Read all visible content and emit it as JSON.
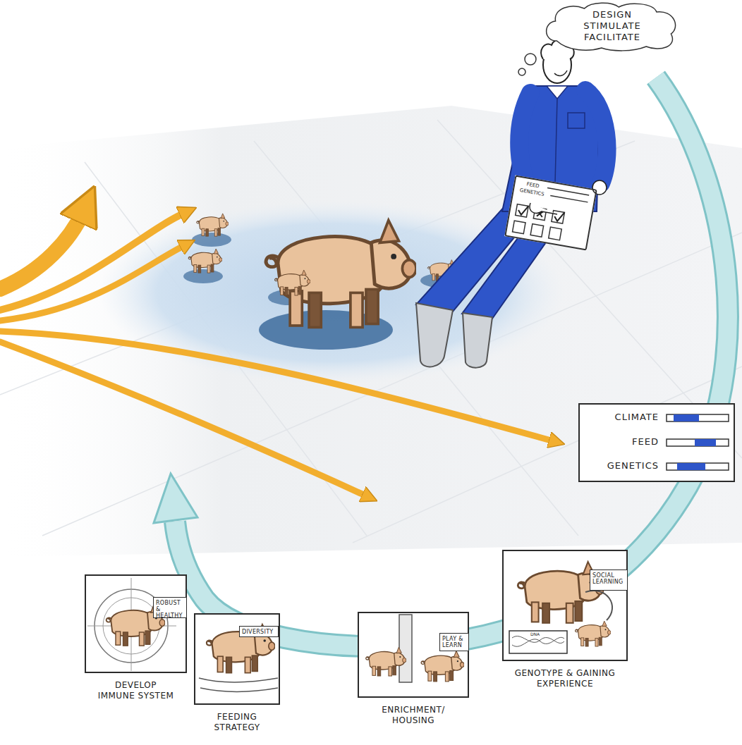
{
  "diagram": {
    "nodes": [
      {
        "text": [
          "DESIGN STIMULATE FACILITATE"
        ]
      },
      {
        "text": [
          "FEED",
          "GENETICS"
        ]
      },
      {
        "text": [
          "CLIMATE",
          "FEED",
          "GENETICS"
        ]
      },
      {
        "text": [
          "DEVELOP IMMUNE SYSTEM"
        ]
      },
      {
        "text": [
          "ROBUST & HEALTHY"
        ],
        "in": 3
      },
      {
        "text": [
          "FEEDING STRATEGY"
        ]
      },
      {
        "text": [
          "DIVERSITY"
        ],
        "in": 5
      },
      {
        "text": [
          "ENRICHMENT/ HOUSING"
        ]
      },
      {
        "text": [
          "PLAY & LEARN"
        ],
        "in": 7
      },
      {
        "text": [
          "GENOTYPE & GAINING EXPERIENCE"
        ]
      },
      {
        "text": [
          "SOCIAL LEARNING"
        ],
        "in": 9
      }
    ],
    "labels": [
      "DNA"
    ]
  }
}
